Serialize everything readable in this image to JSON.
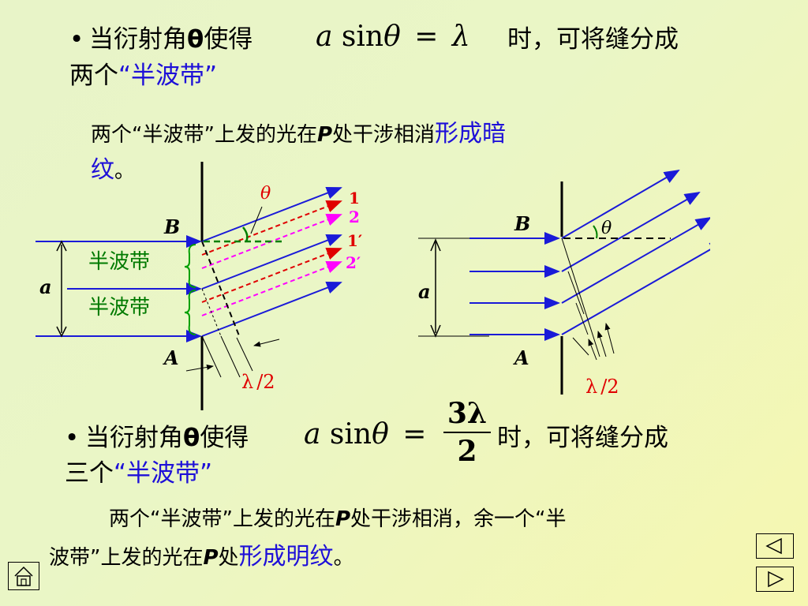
{
  "bullet": "•",
  "section1": {
    "line1_a": "当衍射角",
    "theta_bold": "θ",
    "line1_b": "使得",
    "formula": {
      "a": "a",
      "sin": "sin",
      "theta": "θ",
      "eq": "=",
      "rhs": "λ"
    },
    "line1_c": "时，可将缝分成",
    "line2_a": "两个",
    "line2_quote": "“半波带”"
  },
  "note1": {
    "part1": "两个“半波带”上发的光在",
    "P": "P",
    "part2": "处干涉相消",
    "emph": "形成暗",
    "emph2": "纹",
    "end": "。"
  },
  "diagram_left": {
    "B": "B",
    "A": "A",
    "a": "a",
    "theta": "θ",
    "zone1": "半波带",
    "zone2": "半波带",
    "ray_labels": [
      "1",
      "2",
      "1′",
      "2′"
    ],
    "half_lambda_l": "λ",
    "half_lambda_r": "/2"
  },
  "diagram_right": {
    "B": "B",
    "A": "A",
    "a": "a",
    "theta": "θ",
    "half_lambda_l": "λ",
    "half_lambda_r": "/2"
  },
  "section2": {
    "line1_a": "当衍射角",
    "theta_bold": "θ",
    "line1_b": "使得",
    "formula": {
      "a": "a",
      "sin": "sin",
      "theta": "θ",
      "eq": "=",
      "num": "3λ",
      "den": "2"
    },
    "line1_c": "时，可将缝分成",
    "line2_a": "三个",
    "line2_quote": "“半波带”"
  },
  "note2": {
    "part1": "两个“半波带”上发的光在",
    "P": "P",
    "part2": "处干涉相消，余一个“半",
    "part3": "波带”上发的光在",
    "P2": "P",
    "part4": "处",
    "emph": "形成明纹",
    "end": "。"
  },
  "nav": {
    "home_icon": "home-icon",
    "prev_icon": "triangle-left-icon",
    "next_icon": "triangle-right-icon"
  },
  "colors": {
    "blue_text": "#1e10d8",
    "green_text": "#007a00",
    "red": "#e00000",
    "magenta": "#ff00ff",
    "ray_blue": "#1a1ad8"
  }
}
